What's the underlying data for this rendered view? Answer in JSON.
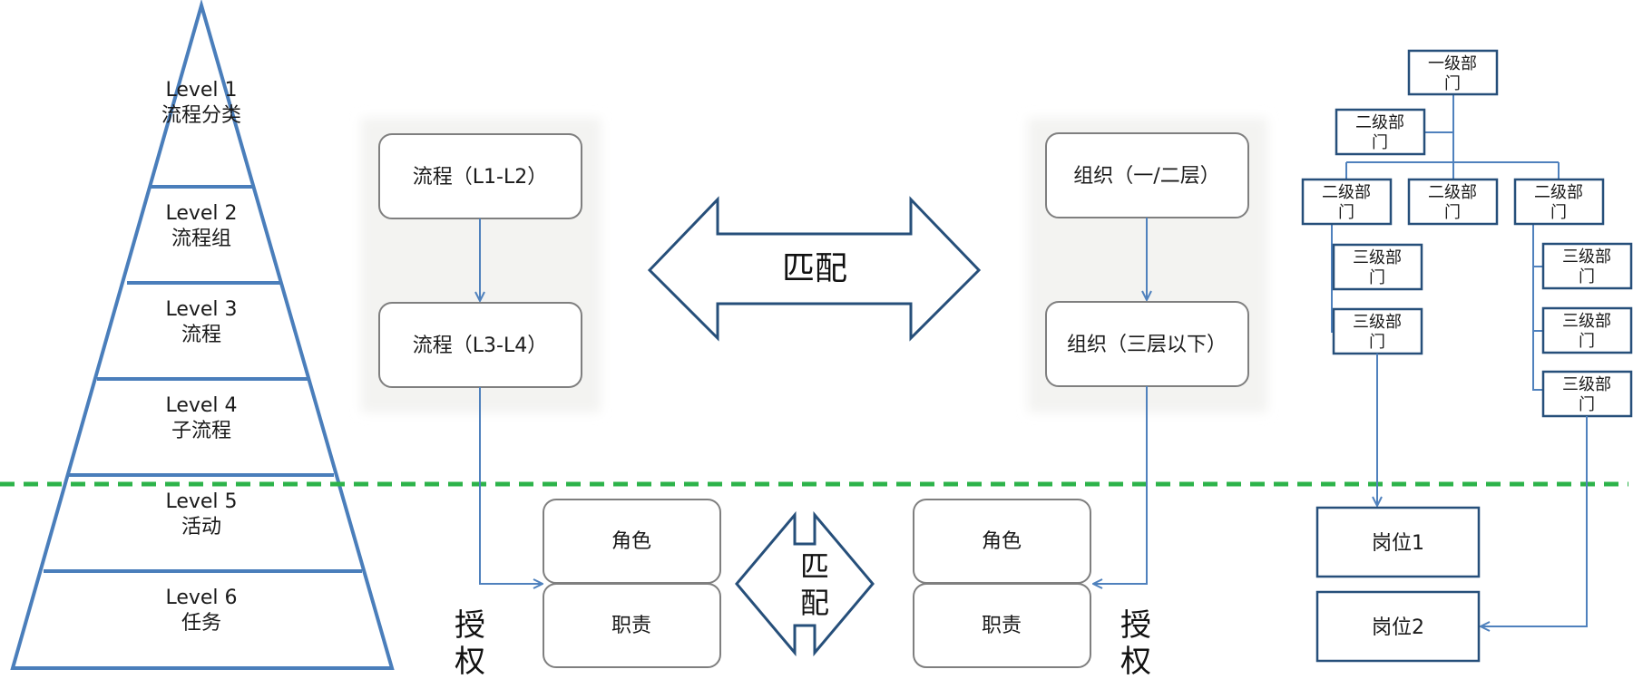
{
  "pyramid": {
    "levels": [
      {
        "level": "Level 1",
        "name": "流程分类"
      },
      {
        "level": "Level 2",
        "name": "流程组"
      },
      {
        "level": "Level 3",
        "name": "流程"
      },
      {
        "level": "Level 4",
        "name": "子流程"
      },
      {
        "level": "Level 5",
        "name": "活动"
      },
      {
        "level": "Level 6",
        "name": "任务"
      }
    ]
  },
  "process": {
    "top": "流程（L1-L2）",
    "bottom": "流程（L3-L4）"
  },
  "organization": {
    "top": "组织（一/二层）",
    "bottom": "组织（三层以下）"
  },
  "match_label": "匹配",
  "match_small_label": [
    "匹",
    "配"
  ],
  "authorize_label": [
    "授",
    "权"
  ],
  "left_pair": {
    "role": "角色",
    "duty": "职责"
  },
  "right_pair": {
    "role": "角色",
    "duty": "职责"
  },
  "org_chart": {
    "level1": [
      "一级部",
      "门"
    ],
    "level2": [
      "二级部",
      "门"
    ],
    "level3": [
      "三级部",
      "门"
    ]
  },
  "positions": [
    "岗位1",
    "岗位2"
  ],
  "colors": {
    "pyramid": "#4a7ebb",
    "arrow": "#4f81bd",
    "navy": "#264f7a",
    "box_border": "#7f7f7f",
    "dash": "#2db34a"
  }
}
